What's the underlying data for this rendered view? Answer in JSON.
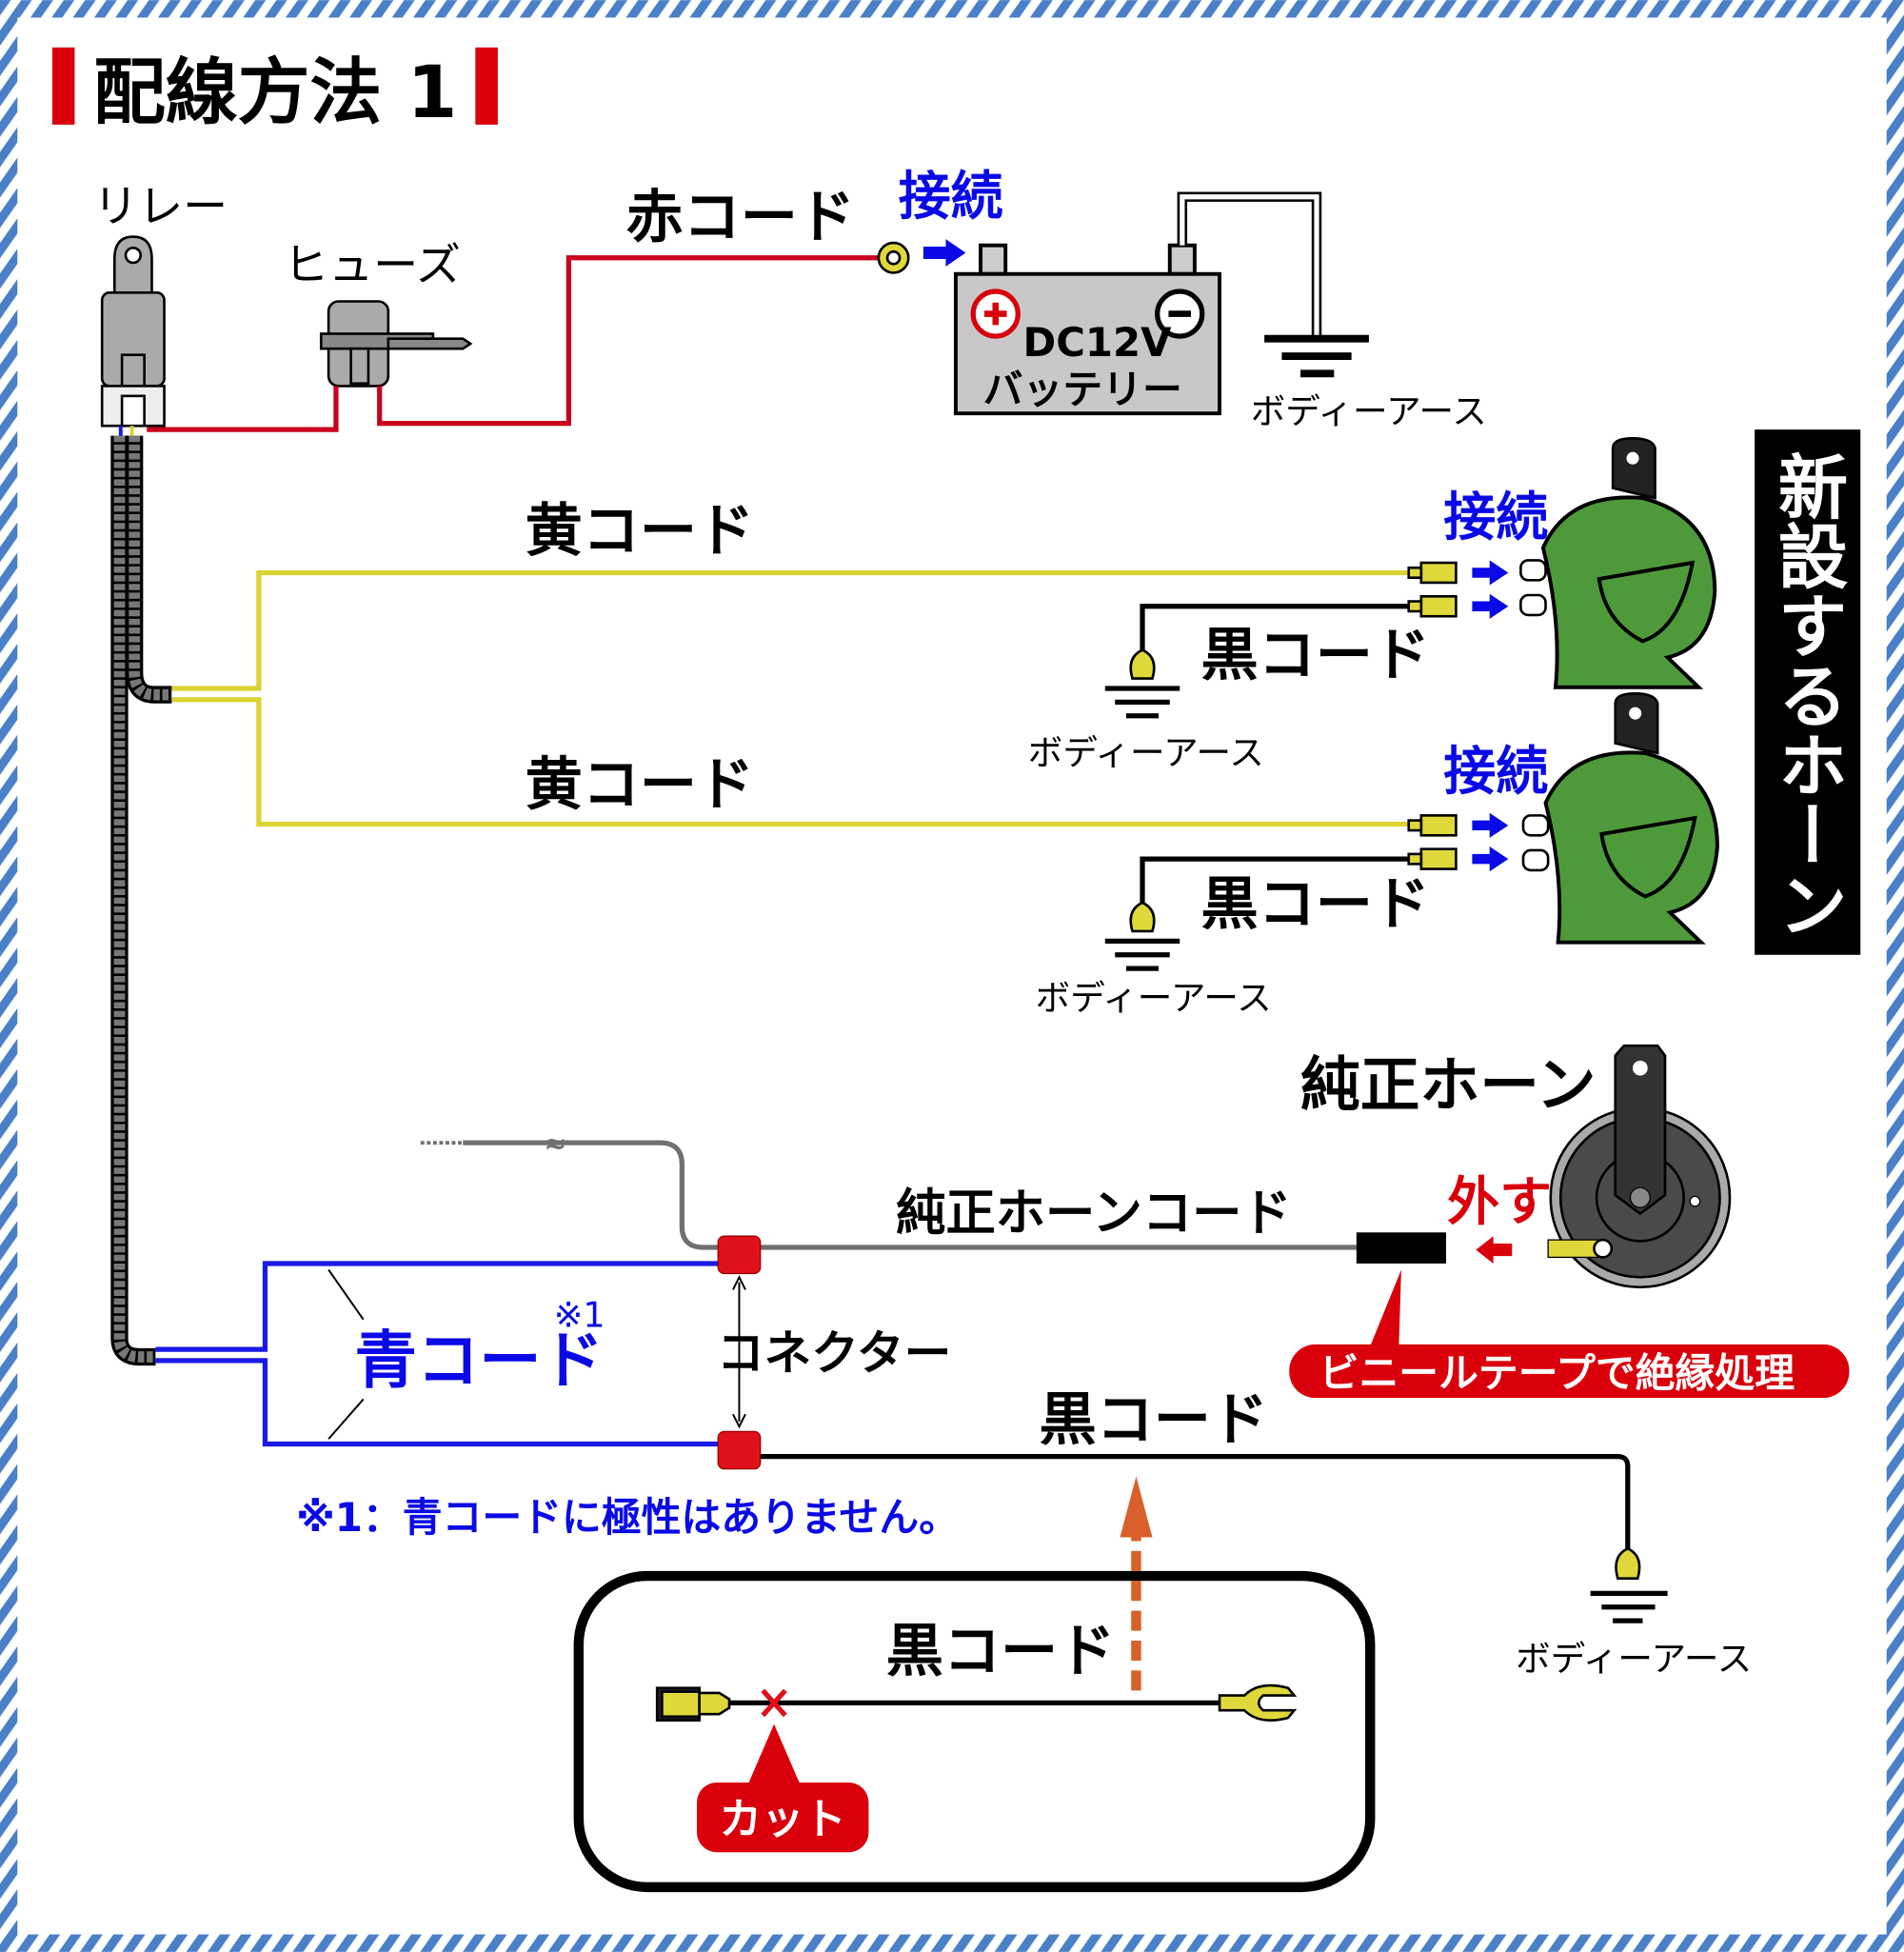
{
  "title": "配線方法 1",
  "labels": {
    "relay": "リレー",
    "fuse": "ヒューズ",
    "red_cord": "赤コード",
    "connect": "接続",
    "battery_voltage": "DC12V",
    "battery": "バッテリー",
    "body_earth": "ボディーアース",
    "yellow_cord": "黄コード",
    "black_cord": "黒コード",
    "new_horn": "新設するホーン",
    "stock_horn": "純正ホーン",
    "stock_horn_cord": "純正ホーンコード",
    "remove": "外す",
    "insulate_callout": "ビニールテープで絶縁処理",
    "blue_cord": "青コード",
    "note_mark": "※1",
    "connector": "コネクター",
    "note": "※1：青コードに極性はありません。",
    "cut": "カット"
  },
  "colors": {
    "border": "#4a80c8",
    "accent_red": "#d9000b",
    "wire_red": "#c8001e",
    "wire_yellow": "#dcd232",
    "wire_blue": "#1a1ae6",
    "wire_black": "#000000",
    "wire_gray": "#707070",
    "horn_green": "#4e9a3a",
    "label_blue": "#0a0ae6",
    "cut_arrow": "#d9602a"
  }
}
